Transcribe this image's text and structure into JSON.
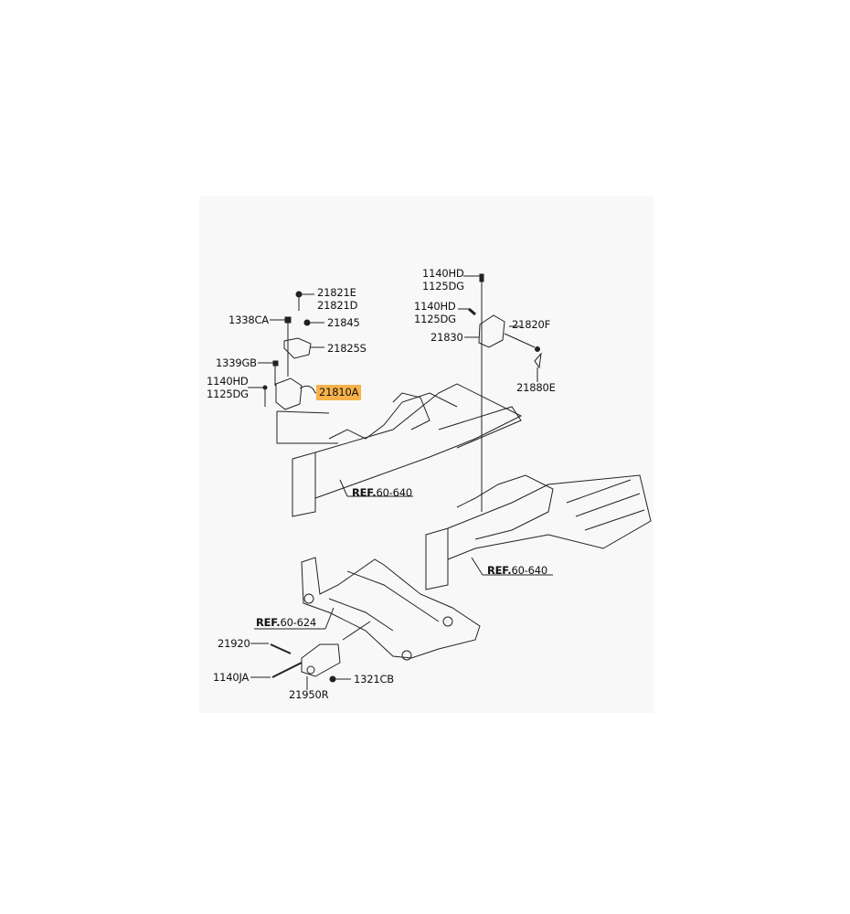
{
  "diagram": {
    "part_labels": {
      "p21821E": "21821E",
      "p21821D": "21821D",
      "p1338CA": "1338CA",
      "p21845": "21845",
      "p21825S": "21825S",
      "p1339GB": "1339GB",
      "left_1140HD": "1140HD",
      "left_1125DG": "1125DG",
      "p21810A": "21810A",
      "top_1140HD": "1140HD",
      "top_1125DG": "1125DG",
      "mid_1140HD": "1140HD",
      "mid_1125DG": "1125DG",
      "p21830": "21830",
      "p21820F": "21820F",
      "p21880E": "21880E",
      "p21920": "21920",
      "p1140JA": "1140JA",
      "p1321CB": "1321CB",
      "p21950R": "21950R"
    },
    "references": [
      {
        "prefix": "REF.",
        "code": "60-640"
      },
      {
        "prefix": "REF.",
        "code": "60-640"
      },
      {
        "prefix": "REF.",
        "code": "60-624"
      }
    ],
    "highlight_color": "#f7b24a"
  }
}
